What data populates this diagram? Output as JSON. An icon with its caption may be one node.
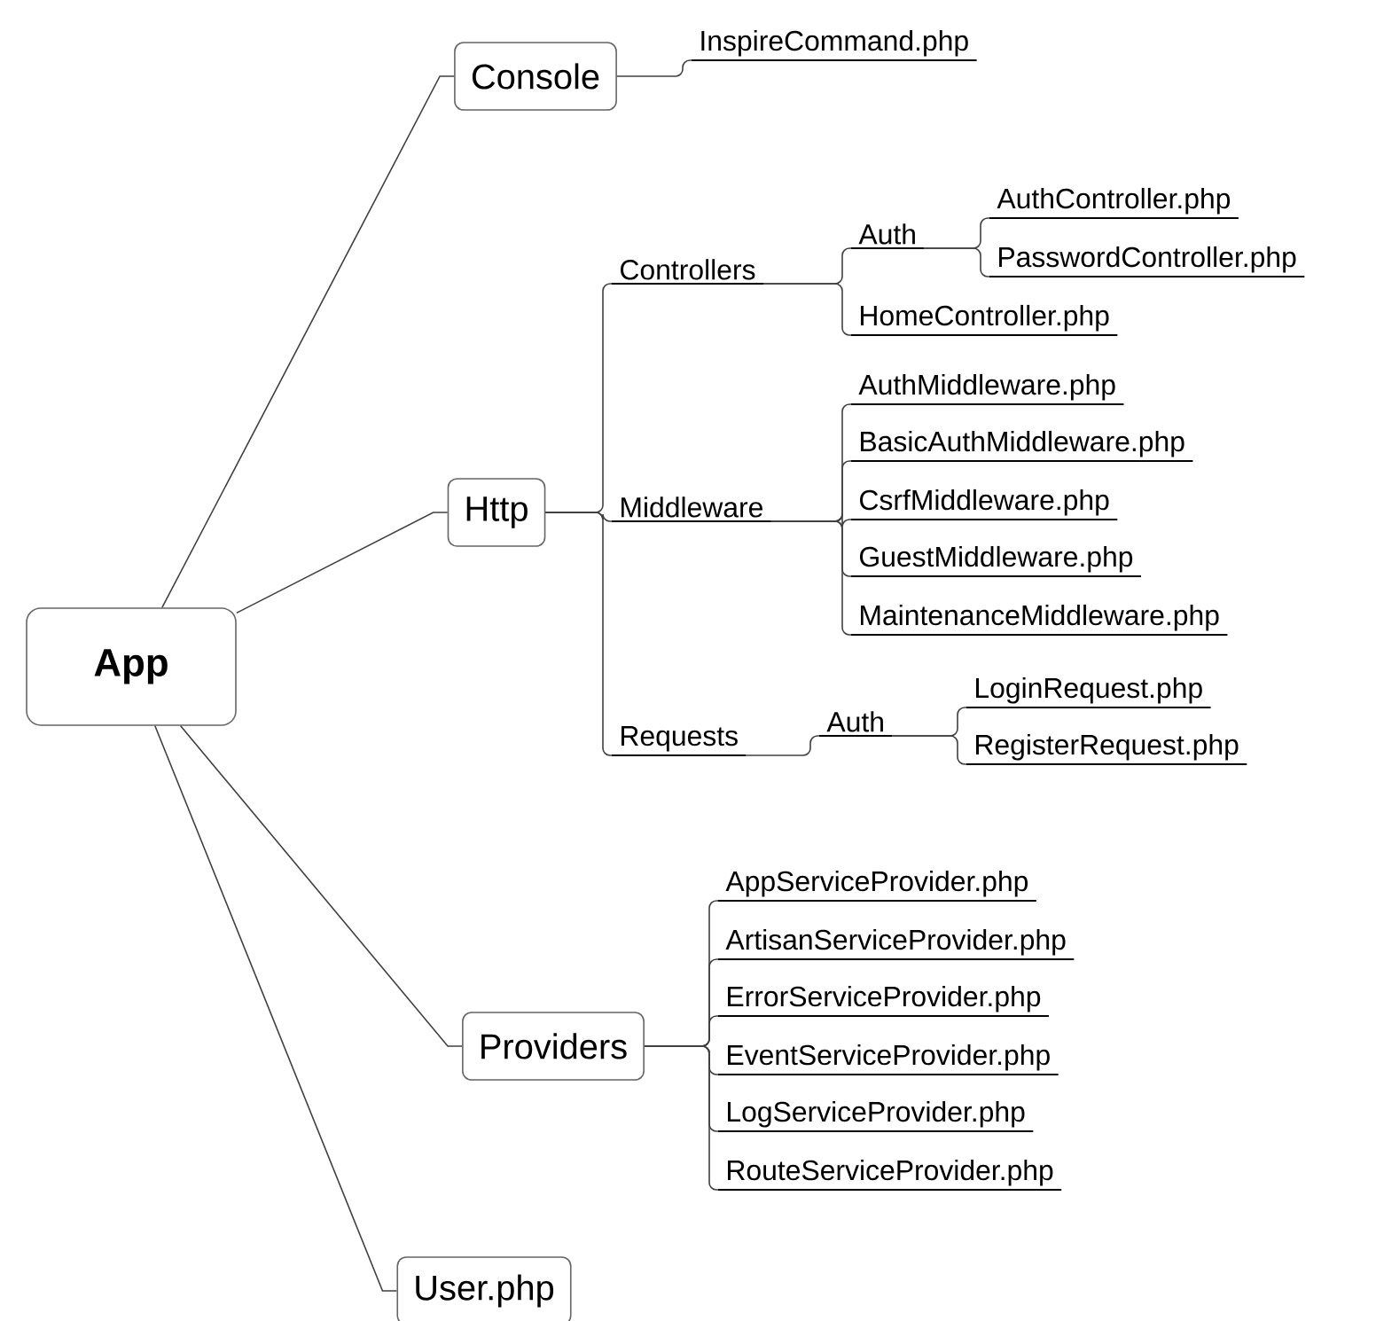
{
  "diagram": {
    "nodes": [
      {
        "text": [
          "App"
        ]
      },
      {
        "text": [
          "Console"
        ]
      },
      {
        "text": [
          "InspireCommand.php"
        ]
      },
      {
        "text": [
          "Http"
        ]
      },
      {
        "text": [
          "Controllers"
        ]
      },
      {
        "text": [
          "Auth"
        ]
      },
      {
        "text": [
          "AuthController.php"
        ]
      },
      {
        "text": [
          "PasswordController.php"
        ]
      },
      {
        "text": [
          "HomeController.php"
        ]
      },
      {
        "text": [
          "Middleware"
        ]
      },
      {
        "text": [
          "AuthMiddleware.php"
        ]
      },
      {
        "text": [
          "BasicAuthMiddleware.php"
        ]
      },
      {
        "text": [
          "CsrfMiddleware.php"
        ]
      },
      {
        "text": [
          "GuestMiddleware.php"
        ]
      },
      {
        "text": [
          "MaintenanceMiddleware.php"
        ]
      },
      {
        "text": [
          "Requests"
        ]
      },
      {
        "text": [
          "Auth"
        ]
      },
      {
        "text": [
          "LoginRequest.php"
        ]
      },
      {
        "text": [
          "RegisterRequest.php"
        ]
      },
      {
        "text": [
          "Providers"
        ]
      },
      {
        "text": [
          "AppServiceProvider.php"
        ]
      },
      {
        "text": [
          "ArtisanServiceProvider.php"
        ]
      },
      {
        "text": [
          "ErrorServiceProvider.php"
        ]
      },
      {
        "text": [
          "EventServiceProvider.php"
        ]
      },
      {
        "text": [
          "LogServiceProvider.php"
        ]
      },
      {
        "text": [
          "RouteServiceProvider.php"
        ]
      },
      {
        "text": [
          "User.php"
        ]
      }
    ],
    "edges": [
      {
        "from": 0,
        "to": 1,
        "arrow": "none"
      },
      {
        "from": 0,
        "to": 3,
        "arrow": "none"
      },
      {
        "from": 0,
        "to": 19,
        "arrow": "none"
      },
      {
        "from": 0,
        "to": 26,
        "arrow": "none"
      },
      {
        "from": 1,
        "to": 2,
        "arrow": "none"
      },
      {
        "from": 3,
        "to": 4,
        "arrow": "none"
      },
      {
        "from": 3,
        "to": 9,
        "arrow": "none"
      },
      {
        "from": 3,
        "to": 15,
        "arrow": "none"
      },
      {
        "from": 4,
        "to": 5,
        "arrow": "none"
      },
      {
        "from": 4,
        "to": 8,
        "arrow": "none"
      },
      {
        "from": 5,
        "to": 6,
        "arrow": "none"
      },
      {
        "from": 5,
        "to": 7,
        "arrow": "none"
      },
      {
        "from": 9,
        "to": 10,
        "arrow": "none"
      },
      {
        "from": 9,
        "to": 11,
        "arrow": "none"
      },
      {
        "from": 9,
        "to": 12,
        "arrow": "none"
      },
      {
        "from": 9,
        "to": 13,
        "arrow": "none"
      },
      {
        "from": 9,
        "to": 14,
        "arrow": "none"
      },
      {
        "from": 15,
        "to": 16,
        "arrow": "none"
      },
      {
        "from": 16,
        "to": 17,
        "arrow": "none"
      },
      {
        "from": 16,
        "to": 18,
        "arrow": "none"
      },
      {
        "from": 19,
        "to": 20,
        "arrow": "none"
      },
      {
        "from": 19,
        "to": 21,
        "arrow": "none"
      },
      {
        "from": 19,
        "to": 22,
        "arrow": "none"
      },
      {
        "from": 19,
        "to": 23,
        "arrow": "none"
      },
      {
        "from": 19,
        "to": 24,
        "arrow": "none"
      },
      {
        "from": 19,
        "to": 25,
        "arrow": "none"
      }
    ]
  }
}
